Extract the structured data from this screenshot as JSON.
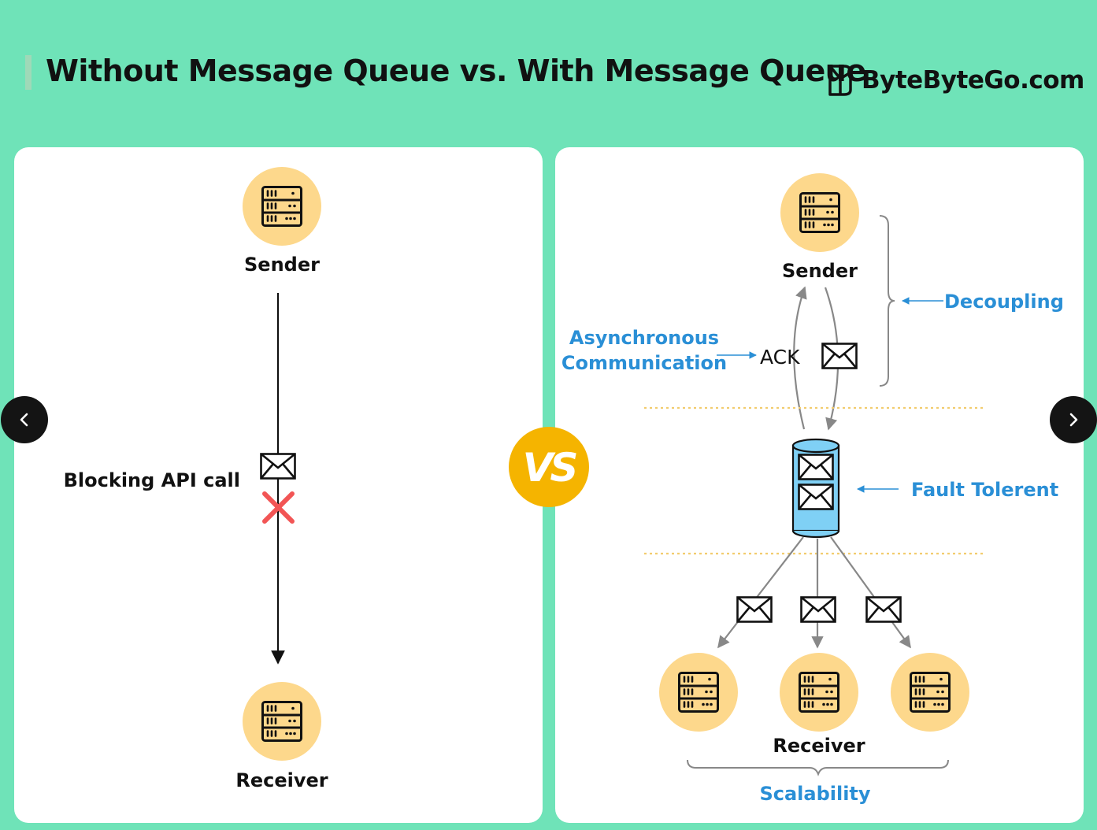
{
  "header": {
    "title": "Without Message Queue vs. With Message Queue",
    "brand": "ByteByteGo.com"
  },
  "left_panel": {
    "sender_label": "Sender",
    "receiver_label": "Receiver",
    "blocking_label": "Blocking API call"
  },
  "vs_label": "VS",
  "right_panel": {
    "sender_label": "Sender",
    "receiver_label": "Receiver",
    "ack_label": "ACK",
    "async_label_line1": "Asynchronous",
    "async_label_line2": "Communication",
    "decoupling_label": "Decoupling",
    "fault_label": "Fault Tolerent",
    "scalability_label": "Scalability"
  },
  "icons": {
    "server": "server-icon",
    "envelope": "envelope-icon",
    "queue": "queue-icon",
    "error": "x-mark-icon",
    "brand_logo": "bytebytego-logo-icon",
    "prev": "chevron-left-icon",
    "next": "chevron-right-icon"
  },
  "colors": {
    "background": "#6fe3b8",
    "server_circle": "#fdd88c",
    "annotation_blue": "#2a8fd6",
    "queue_fill": "#7fd0f5",
    "vs_badge": "#f5b400",
    "error_red": "#f25555",
    "dotted_line": "#f2cc6e"
  }
}
